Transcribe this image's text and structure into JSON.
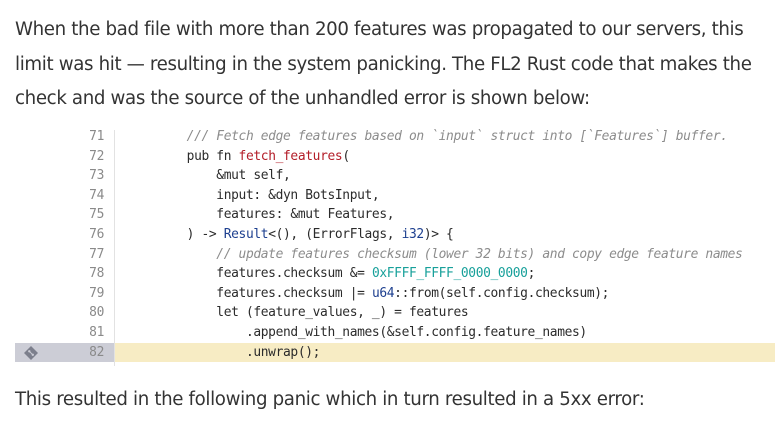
{
  "paragraphs": {
    "intro": "When the bad file with more than 200 features was propagated to our servers, this limit was hit — resulting in the system panicking. The FL2 Rust code that makes the check and was the source of the unhandled error is shown below:",
    "outro": "This resulted in the following panic which in turn resulted in a 5xx error:"
  },
  "code": {
    "language": "rust",
    "highlighted_line": 82,
    "colors": {
      "comment": "#8c8c8c",
      "function": "#b31d28",
      "type": "#1d3f8f",
      "number": "#17a09a",
      "highlight_bg": "#f7ecc4",
      "gutter_highlight_bg": "#cccdd6"
    },
    "lines": [
      {
        "number": "71",
        "indent": "    ",
        "tokens": [
          {
            "t": "/// Fetch edge features based on `input` struct into [`Features`] buffer.",
            "c": "comment"
          }
        ]
      },
      {
        "number": "72",
        "indent": "    ",
        "tokens": [
          {
            "t": "pub fn ",
            "c": "kw"
          },
          {
            "t": "fetch_features",
            "c": "fn"
          },
          {
            "t": "(",
            "c": "kw"
          }
        ]
      },
      {
        "number": "73",
        "indent": "        ",
        "tokens": [
          {
            "t": "&mut self,",
            "c": "kw"
          }
        ]
      },
      {
        "number": "74",
        "indent": "        ",
        "tokens": [
          {
            "t": "input: &dyn BotsInput,",
            "c": "kw"
          }
        ]
      },
      {
        "number": "75",
        "indent": "        ",
        "tokens": [
          {
            "t": "features: &mut Features,",
            "c": "kw"
          }
        ]
      },
      {
        "number": "76",
        "indent": "    ",
        "tokens": [
          {
            "t": ") -> ",
            "c": "kw"
          },
          {
            "t": "Result",
            "c": "type"
          },
          {
            "t": "<(), (ErrorFlags, ",
            "c": "kw"
          },
          {
            "t": "i32",
            "c": "type"
          },
          {
            "t": ")> {",
            "c": "kw"
          }
        ]
      },
      {
        "number": "77",
        "indent": "        ",
        "tokens": [
          {
            "t": "// update features checksum (lower 32 bits) and copy edge feature names",
            "c": "comment"
          }
        ]
      },
      {
        "number": "78",
        "indent": "        ",
        "tokens": [
          {
            "t": "features.checksum &= ",
            "c": "kw"
          },
          {
            "t": "0xFFFF_FFFF_0000_0000",
            "c": "num"
          },
          {
            "t": ";",
            "c": "kw"
          }
        ]
      },
      {
        "number": "79",
        "indent": "        ",
        "tokens": [
          {
            "t": "features.checksum |= ",
            "c": "kw"
          },
          {
            "t": "u64",
            "c": "type"
          },
          {
            "t": "::from(self.config.checksum);",
            "c": "kw"
          }
        ]
      },
      {
        "number": "80",
        "indent": "        ",
        "tokens": [
          {
            "t": "let (feature_values, _) = features",
            "c": "kw"
          }
        ]
      },
      {
        "number": "81",
        "indent": "            ",
        "tokens": [
          {
            "t": ".append_with_names(&self.config.feature_names)",
            "c": "kw"
          }
        ]
      },
      {
        "number": "82",
        "indent": "            ",
        "tokens": [
          {
            "t": ".unwrap();",
            "c": "kw"
          }
        ]
      }
    ],
    "gutter_icon": "git-commit-diamond-icon"
  }
}
